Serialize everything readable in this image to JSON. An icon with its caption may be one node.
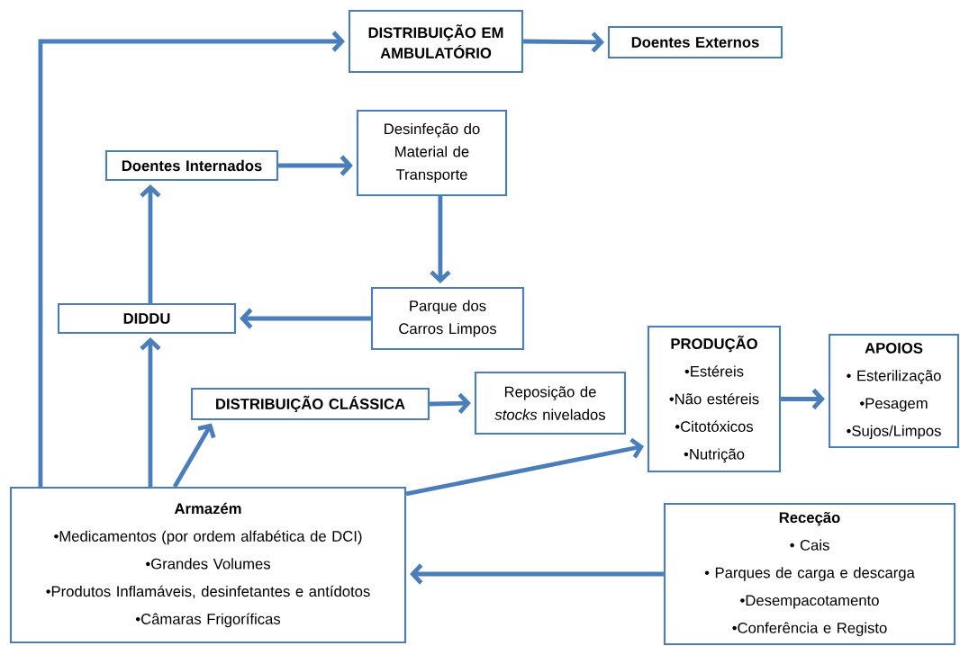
{
  "diagram": {
    "nodes": [
      {
        "text": [
          "DISTRIBUIÇÃO EM AMBULATÓRIO"
        ]
      },
      {
        "text": [
          "Doentes Externos"
        ]
      },
      {
        "text": [
          "Doentes Internados"
        ]
      },
      {
        "text": [
          "Desinfeção do Material de Transporte"
        ]
      },
      {
        "text": [
          "Parque dos Carros Limpos"
        ]
      },
      {
        "text": [
          "DIDDU"
        ]
      },
      {
        "text": [
          "DISTRIBUIÇÃO CLÁSSICA"
        ]
      },
      {
        "text": [
          "Reposição de *stocks* nivelados"
        ]
      },
      {
        "text": [
          "PRODUÇÃO",
          "•Estéreis",
          "•Não estéreis",
          "•Citotóxicos",
          "•Nutrição"
        ]
      },
      {
        "text": [
          "APOIOS",
          "• Esterilização",
          "•Pesagem",
          "•Sujos/Limpos"
        ]
      },
      {
        "text": [
          "Armazém",
          "•Medicamentos (por ordem alfabética de DCI)",
          "•Grandes Volumes",
          "•Produtos Inflamáveis, desinfetantes e antídotos",
          "•Câmaras Frigoríficas"
        ]
      },
      {
        "text": [
          "Receção",
          "• Cais",
          "• Parques de carga e descarga",
          "•Desempacotamento",
          "•Conferência e Registo"
        ]
      }
    ],
    "edges": [
      {
        "from": 10,
        "to": 0,
        "arrow": "to"
      },
      {
        "from": 10,
        "to": 5,
        "arrow": "to"
      },
      {
        "from": 10,
        "to": 6,
        "arrow": "to"
      },
      {
        "from": 10,
        "to": 8,
        "arrow": "to"
      },
      {
        "from": 5,
        "to": 2,
        "arrow": "to"
      },
      {
        "from": 2,
        "to": 3,
        "arrow": "to"
      },
      {
        "from": 3,
        "to": 4,
        "arrow": "to"
      },
      {
        "from": 4,
        "to": 5,
        "arrow": "to"
      },
      {
        "from": 0,
        "to": 1,
        "arrow": "to"
      },
      {
        "from": 6,
        "to": 7,
        "arrow": "to"
      },
      {
        "from": 8,
        "to": 9,
        "arrow": "to"
      },
      {
        "from": 11,
        "to": 10,
        "arrow": "to"
      }
    ]
  }
}
